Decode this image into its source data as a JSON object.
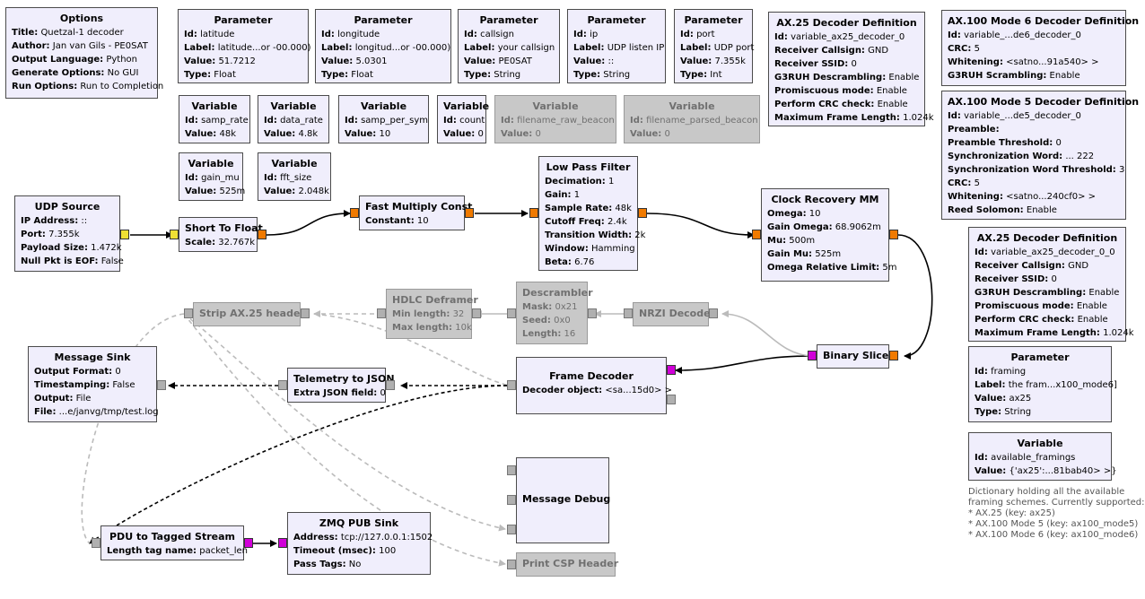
{
  "blocks": {
    "options": {
      "title": "Options",
      "rows": [
        {
          "k": "Title:",
          "v": "Quetzal-1 decoder"
        },
        {
          "k": "Author:",
          "v": "Jan van Gils - PE0SAT"
        },
        {
          "k": "Output Language:",
          "v": "Python"
        },
        {
          "k": "Generate Options:",
          "v": "No GUI"
        },
        {
          "k": "Run Options:",
          "v": "Run to Completion"
        }
      ]
    },
    "param_latitude": {
      "title": "Parameter",
      "rows": [
        {
          "k": "Id:",
          "v": "latitude"
        },
        {
          "k": "Label:",
          "v": "latitude...or -00.000)"
        },
        {
          "k": "Value:",
          "v": "51.7212"
        },
        {
          "k": "Type:",
          "v": "Float"
        }
      ]
    },
    "param_longitude": {
      "title": "Parameter",
      "rows": [
        {
          "k": "Id:",
          "v": "longitude"
        },
        {
          "k": "Label:",
          "v": "longitud...or -00.000)"
        },
        {
          "k": "Value:",
          "v": "5.0301"
        },
        {
          "k": "Type:",
          "v": "Float"
        }
      ]
    },
    "param_callsign": {
      "title": "Parameter",
      "rows": [
        {
          "k": "Id:",
          "v": "callsign"
        },
        {
          "k": "Label:",
          "v": "your callsign"
        },
        {
          "k": "Value:",
          "v": "PE0SAT"
        },
        {
          "k": "Type:",
          "v": "String"
        }
      ]
    },
    "param_ip": {
      "title": "Parameter",
      "rows": [
        {
          "k": "Id:",
          "v": "ip"
        },
        {
          "k": "Label:",
          "v": "UDP listen IP"
        },
        {
          "k": "Value:",
          "v": "::"
        },
        {
          "k": "Type:",
          "v": "String"
        }
      ]
    },
    "param_port": {
      "title": "Parameter",
      "rows": [
        {
          "k": "Id:",
          "v": "port"
        },
        {
          "k": "Label:",
          "v": "UDP port"
        },
        {
          "k": "Value:",
          "v": "7.355k"
        },
        {
          "k": "Type:",
          "v": "Int"
        }
      ]
    },
    "ax25_def_0": {
      "title": "AX.25 Decoder Definition",
      "rows": [
        {
          "k": "Id:",
          "v": "variable_ax25_decoder_0"
        },
        {
          "k": "Receiver Callsign:",
          "v": "GND"
        },
        {
          "k": "Receiver SSID:",
          "v": "0"
        },
        {
          "k": "G3RUH Descrambling:",
          "v": "Enable"
        },
        {
          "k": "Promiscuous mode:",
          "v": "Enable"
        },
        {
          "k": "Perform CRC check:",
          "v": "Enable"
        },
        {
          "k": "Maximum Frame Length:",
          "v": "1.024k"
        }
      ]
    },
    "ax100_m6_def": {
      "title": "AX.100 Mode 6 Decoder Definition",
      "rows": [
        {
          "k": "Id:",
          "v": "variable_...de6_decoder_0"
        },
        {
          "k": "CRC:",
          "v": "5"
        },
        {
          "k": "Whitening:",
          "v": "<satno...91a540> >"
        },
        {
          "k": "G3RUH Scrambling:",
          "v": "Enable"
        }
      ]
    },
    "ax100_m5_def": {
      "title": "AX.100 Mode 5 Decoder Definition",
      "rows": [
        {
          "k": "Id:",
          "v": "variable_...de5_decoder_0"
        },
        {
          "k": "Preamble:",
          "v": ""
        },
        {
          "k": "Preamble Threshold:",
          "v": "0"
        },
        {
          "k": "Synchronization Word:",
          "v": "... 222"
        },
        {
          "k": "Synchronization Word Threshold:",
          "v": "3"
        },
        {
          "k": "CRC:",
          "v": "5"
        },
        {
          "k": "Whitening:",
          "v": "<satno...240cf0> >"
        },
        {
          "k": "Reed Solomon:",
          "v": "Enable"
        }
      ]
    },
    "ax25_def_0_0": {
      "title": "AX.25 Decoder Definition",
      "rows": [
        {
          "k": "Id:",
          "v": "variable_ax25_decoder_0_0"
        },
        {
          "k": "Receiver Callsign:",
          "v": "GND"
        },
        {
          "k": "Receiver SSID:",
          "v": "0"
        },
        {
          "k": "G3RUH Descrambling:",
          "v": "Enable"
        },
        {
          "k": "Promiscuous mode:",
          "v": "Enable"
        },
        {
          "k": "Perform CRC check:",
          "v": "Enable"
        },
        {
          "k": "Maximum Frame Length:",
          "v": "1.024k"
        }
      ]
    },
    "param_framing": {
      "title": "Parameter",
      "rows": [
        {
          "k": "Id:",
          "v": "framing"
        },
        {
          "k": "Label:",
          "v": "the fram...x100_mode6]"
        },
        {
          "k": "Value:",
          "v": "ax25"
        },
        {
          "k": "Type:",
          "v": "String"
        }
      ]
    },
    "var_available_framings": {
      "title": "Variable",
      "rows": [
        {
          "k": "Id:",
          "v": "available_framings"
        },
        {
          "k": "Value:",
          "v": "{'ax25':...81bab40> >}"
        }
      ]
    },
    "var_samp_rate": {
      "title": "Variable",
      "rows": [
        {
          "k": "Id:",
          "v": "samp_rate"
        },
        {
          "k": "Value:",
          "v": "48k"
        }
      ]
    },
    "var_data_rate": {
      "title": "Variable",
      "rows": [
        {
          "k": "Id:",
          "v": "data_rate"
        },
        {
          "k": "Value:",
          "v": "4.8k"
        }
      ]
    },
    "var_samp_per_sym": {
      "title": "Variable",
      "rows": [
        {
          "k": "Id:",
          "v": "samp_per_sym"
        },
        {
          "k": "Value:",
          "v": "10"
        }
      ]
    },
    "var_count": {
      "title": "Variable",
      "rows": [
        {
          "k": "Id:",
          "v": "count"
        },
        {
          "k": "Value:",
          "v": "0"
        }
      ]
    },
    "var_filename_raw": {
      "title": "Variable",
      "rows": [
        {
          "k": "Id:",
          "v": "filename_raw_beacon"
        },
        {
          "k": "Value:",
          "v": "0"
        }
      ]
    },
    "var_filename_parsed": {
      "title": "Variable",
      "rows": [
        {
          "k": "Id:",
          "v": "filename_parsed_beacon"
        },
        {
          "k": "Value:",
          "v": "0"
        }
      ]
    },
    "var_gain_mu": {
      "title": "Variable",
      "rows": [
        {
          "k": "Id:",
          "v": "gain_mu"
        },
        {
          "k": "Value:",
          "v": "525m"
        }
      ]
    },
    "var_fft_size": {
      "title": "Variable",
      "rows": [
        {
          "k": "Id:",
          "v": "fft_size"
        },
        {
          "k": "Value:",
          "v": "2.048k"
        }
      ]
    },
    "udp_source": {
      "title": "UDP Source",
      "rows": [
        {
          "k": "IP Address:",
          "v": "::"
        },
        {
          "k": "Port:",
          "v": "7.355k"
        },
        {
          "k": "Payload Size:",
          "v": "1.472k"
        },
        {
          "k": "Null Pkt is EOF:",
          "v": "False"
        }
      ]
    },
    "short_to_float": {
      "title": "Short To Float",
      "rows": [
        {
          "k": "Scale:",
          "v": "32.767k"
        }
      ]
    },
    "fast_multiply_const": {
      "title": "Fast Multiply Const",
      "rows": [
        {
          "k": "Constant:",
          "v": "10"
        }
      ]
    },
    "low_pass_filter": {
      "title": "Low Pass Filter",
      "rows": [
        {
          "k": "Decimation:",
          "v": "1"
        },
        {
          "k": "Gain:",
          "v": "1"
        },
        {
          "k": "Sample Rate:",
          "v": "48k"
        },
        {
          "k": "Cutoff Freq:",
          "v": "2.4k"
        },
        {
          "k": "Transition Width:",
          "v": "2k"
        },
        {
          "k": "Window:",
          "v": "Hamming"
        },
        {
          "k": "Beta:",
          "v": "6.76"
        }
      ]
    },
    "clock_recovery_mm": {
      "title": "Clock Recovery MM",
      "rows": [
        {
          "k": "Omega:",
          "v": "10"
        },
        {
          "k": "Gain Omega:",
          "v": "68.9062m"
        },
        {
          "k": "Mu:",
          "v": "500m"
        },
        {
          "k": "Gain Mu:",
          "v": "525m"
        },
        {
          "k": "Omega Relative Limit:",
          "v": "5m"
        }
      ]
    },
    "binary_slicer": {
      "title": "Binary Slicer",
      "rows": []
    },
    "nrzi_decode": {
      "title": "NRZI Decode",
      "rows": []
    },
    "descrambler": {
      "title": "Descrambler",
      "rows": [
        {
          "k": "Mask:",
          "v": "0x21"
        },
        {
          "k": "Seed:",
          "v": "0x0"
        },
        {
          "k": "Length:",
          "v": "16"
        }
      ]
    },
    "hdlc_deframer": {
      "title": "HDLC Deframer",
      "rows": [
        {
          "k": "Min length:",
          "v": "32"
        },
        {
          "k": "Max length:",
          "v": "10k"
        }
      ]
    },
    "strip_ax25_header": {
      "title": "Strip AX.25 header",
      "rows": []
    },
    "frame_decoder": {
      "title": "Frame Decoder",
      "rows": [
        {
          "k": "Decoder object:",
          "v": "<sa...15d0> >"
        }
      ]
    },
    "telemetry_to_json": {
      "title": "Telemetry to JSON",
      "rows": [
        {
          "k": "Extra JSON field:",
          "v": "0"
        }
      ]
    },
    "message_sink": {
      "title": "Message Sink",
      "rows": [
        {
          "k": "Output Format:",
          "v": "0"
        },
        {
          "k": "Timestamping:",
          "v": "False"
        },
        {
          "k": "Output:",
          "v": "File"
        },
        {
          "k": "File:",
          "v": "...e/janvg/tmp/test.log"
        }
      ]
    },
    "message_debug": {
      "title": "Message Debug",
      "rows": []
    },
    "print_csp_header": {
      "title": "Print CSP Header",
      "rows": []
    },
    "pdu_to_tagged_stream": {
      "title": "PDU to Tagged Stream",
      "rows": [
        {
          "k": "Length tag name:",
          "v": "packet_len"
        }
      ]
    },
    "zmq_pub_sink": {
      "title": "ZMQ PUB Sink",
      "rows": [
        {
          "k": "Address:",
          "v": "tcp://127.0.0.1:1502"
        },
        {
          "k": "Timeout (msec):",
          "v": "100"
        },
        {
          "k": "Pass Tags:",
          "v": "No"
        }
      ]
    }
  },
  "comment": [
    "Dictionary holding all the available",
    "framing schemes. Currently supported:",
    "* AX.25 (key: ax25)",
    "* AX.100 Mode 5 (key: ax100_mode5)",
    "* AX.100 Mode 6 (key: ax100_mode6)"
  ],
  "colors": {
    "block_bg": "#f0eefc",
    "disabled_bg": "#c8c8c8",
    "float_port": "#f07a00",
    "short_port": "#f0e034",
    "message_port": "#d000d8"
  }
}
